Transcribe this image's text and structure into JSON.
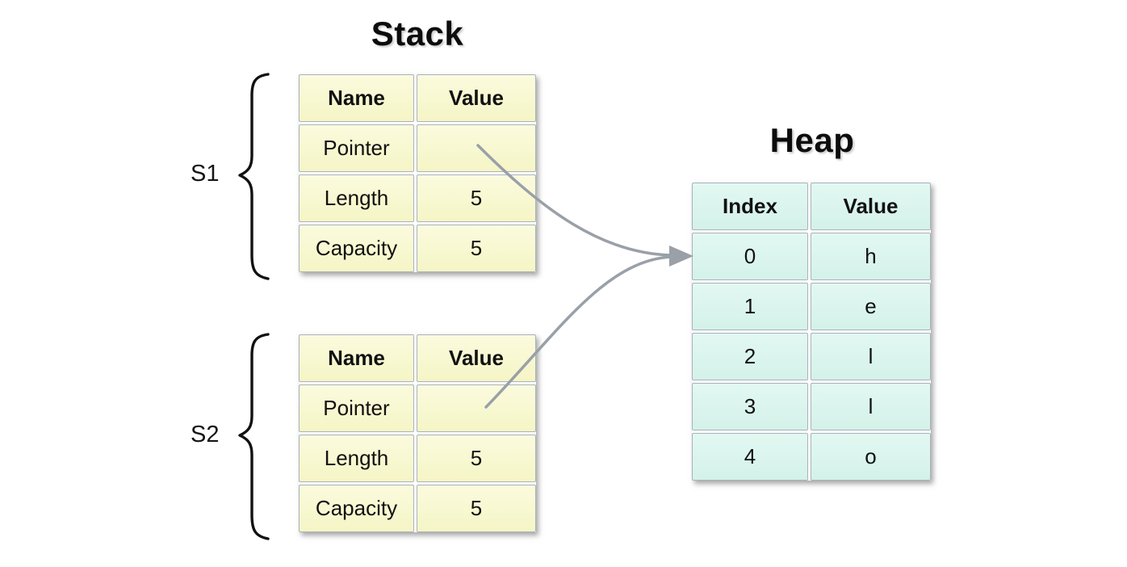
{
  "stack": {
    "title": "Stack",
    "frames": [
      {
        "label": "S1",
        "headers": [
          "Name",
          "Value"
        ],
        "rows": [
          [
            "Pointer",
            ""
          ],
          [
            "Length",
            "5"
          ],
          [
            "Capacity",
            "5"
          ]
        ]
      },
      {
        "label": "S2",
        "headers": [
          "Name",
          "Value"
        ],
        "rows": [
          [
            "Pointer",
            ""
          ],
          [
            "Length",
            "5"
          ],
          [
            "Capacity",
            "5"
          ]
        ]
      }
    ]
  },
  "heap": {
    "title": "Heap",
    "headers": [
      "Index",
      "Value"
    ],
    "rows": [
      [
        "0",
        "h"
      ],
      [
        "1",
        "e"
      ],
      [
        "2",
        "l"
      ],
      [
        "3",
        "l"
      ],
      [
        "4",
        "o"
      ]
    ]
  },
  "colors": {
    "stack_cell": "#f7f7cc",
    "heap_cell": "#d8f4ec",
    "cell_border": "#a9b2bb",
    "arrow": "#9aa0a8",
    "brace": "#111111",
    "title_text": "#0c0c0c"
  }
}
